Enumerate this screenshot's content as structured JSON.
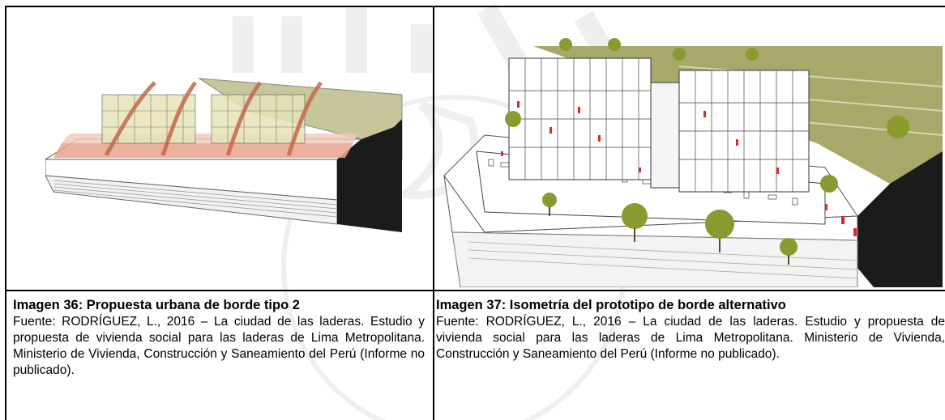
{
  "figures": [
    {
      "title": "Imagen 36: Propuesta urbana de borde tipo 2",
      "source": "Fuente: RODRÍGUEZ, L., 2016 – La ciudad de las laderas. Estudio y propuesta de vivienda social para las laderas de Lima Metropolitana. Ministerio de Vivienda, Construcción y Saneamiento del Perú (Informe no publicado)."
    },
    {
      "title": "Imagen 37: Isometría del prototipo de borde alternativo",
      "source": "Fuente: RODRÍGUEZ, L., 2016 – La ciudad de las laderas. Estudio y propuesta de vivienda social para las laderas de Lima Metropolitana. Ministerio de Vivienda, Construcción y Saneamiento del Perú (Informe no publicado)."
    }
  ],
  "colors": {
    "slope_green": "#b7b78a",
    "terrain_dark": "#1a1a1a",
    "path_red": "#d9826a",
    "tree_green": "#8a9a2e",
    "accent_red": "#e0262a"
  }
}
